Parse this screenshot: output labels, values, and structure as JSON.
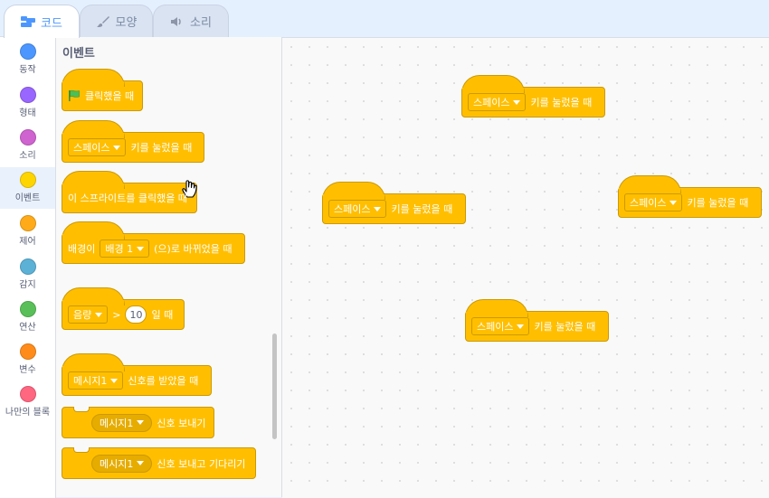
{
  "tabs": [
    {
      "label": "코드",
      "icon": "code-icon",
      "active": true
    },
    {
      "label": "모양",
      "icon": "costume-brush-icon",
      "active": false
    },
    {
      "label": "소리",
      "icon": "speaker-icon",
      "active": false
    }
  ],
  "categories": [
    {
      "label": "동작",
      "color": "#4c97ff"
    },
    {
      "label": "형태",
      "color": "#9966ff"
    },
    {
      "label": "소리",
      "color": "#cf63cf"
    },
    {
      "label": "이벤트",
      "color": "#ffd500",
      "selected": true
    },
    {
      "label": "제어",
      "color": "#ffab19"
    },
    {
      "label": "감지",
      "color": "#5cb1d6"
    },
    {
      "label": "연산",
      "color": "#59c059"
    },
    {
      "label": "변수",
      "color": "#ff8c1a"
    },
    {
      "label": "나만의 블록",
      "color": "#ff6680"
    }
  ],
  "palette": {
    "title": "이벤트",
    "flag_block": "클릭했을 때",
    "key_block": {
      "dropdown": "스페이스",
      "text": "키를 눌렀을 때"
    },
    "sprite_click_block": "이 스프라이트를 클릭했을 때",
    "backdrop_block": {
      "prefix": "배경이",
      "dropdown": "배경 1",
      "suffix": "(으)로 바뀌었을 때"
    },
    "loudness_block": {
      "dropdown": "음량",
      "op": ">",
      "value": "10",
      "suffix": "일 때"
    },
    "receive_block": {
      "dropdown": "메시지1",
      "text": "신호를 받았을 때"
    },
    "broadcast_block": {
      "dropdown": "메시지1",
      "text": "신호 보내기"
    },
    "broadcast_wait_block": {
      "dropdown": "메시지1",
      "text": "신호 보내고 기다리기"
    }
  },
  "workspace": {
    "blocks": [
      {
        "dropdown": "스페이스",
        "text": "키를 눌렀을 때"
      },
      {
        "dropdown": "스페이스",
        "text": "키를 눌렀을 때"
      },
      {
        "dropdown": "스페이스",
        "text": "키를 눌렀을 때"
      },
      {
        "dropdown": "스페이스",
        "text": "키를 눌렀을 때"
      }
    ]
  }
}
